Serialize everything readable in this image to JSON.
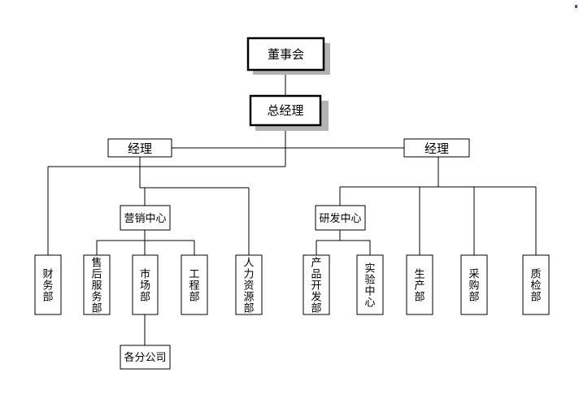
{
  "org_chart": {
    "board": "董事会",
    "general_manager": "总经理",
    "manager_left": "经理",
    "manager_right": "经理",
    "marketing_center": "营销中心",
    "rd_center": "研发中心",
    "finance_dept": "财务部",
    "after_sales_dept": "售后服务部",
    "market_dept": "市场部",
    "engineering_dept": "工程部",
    "hr_dept": "人力资源部",
    "branches": "各分公司",
    "product_dev_dept": "产品开发部",
    "lab_center": "实验中心",
    "production_dept": "生产部",
    "purchasing_dept": "采购部",
    "qc_dept": "质检部"
  },
  "colors": {
    "line": "#000000",
    "box_fill": "#ffffff",
    "shadow": "#b3b3b3",
    "corner_accent": "#2a5fa8"
  }
}
